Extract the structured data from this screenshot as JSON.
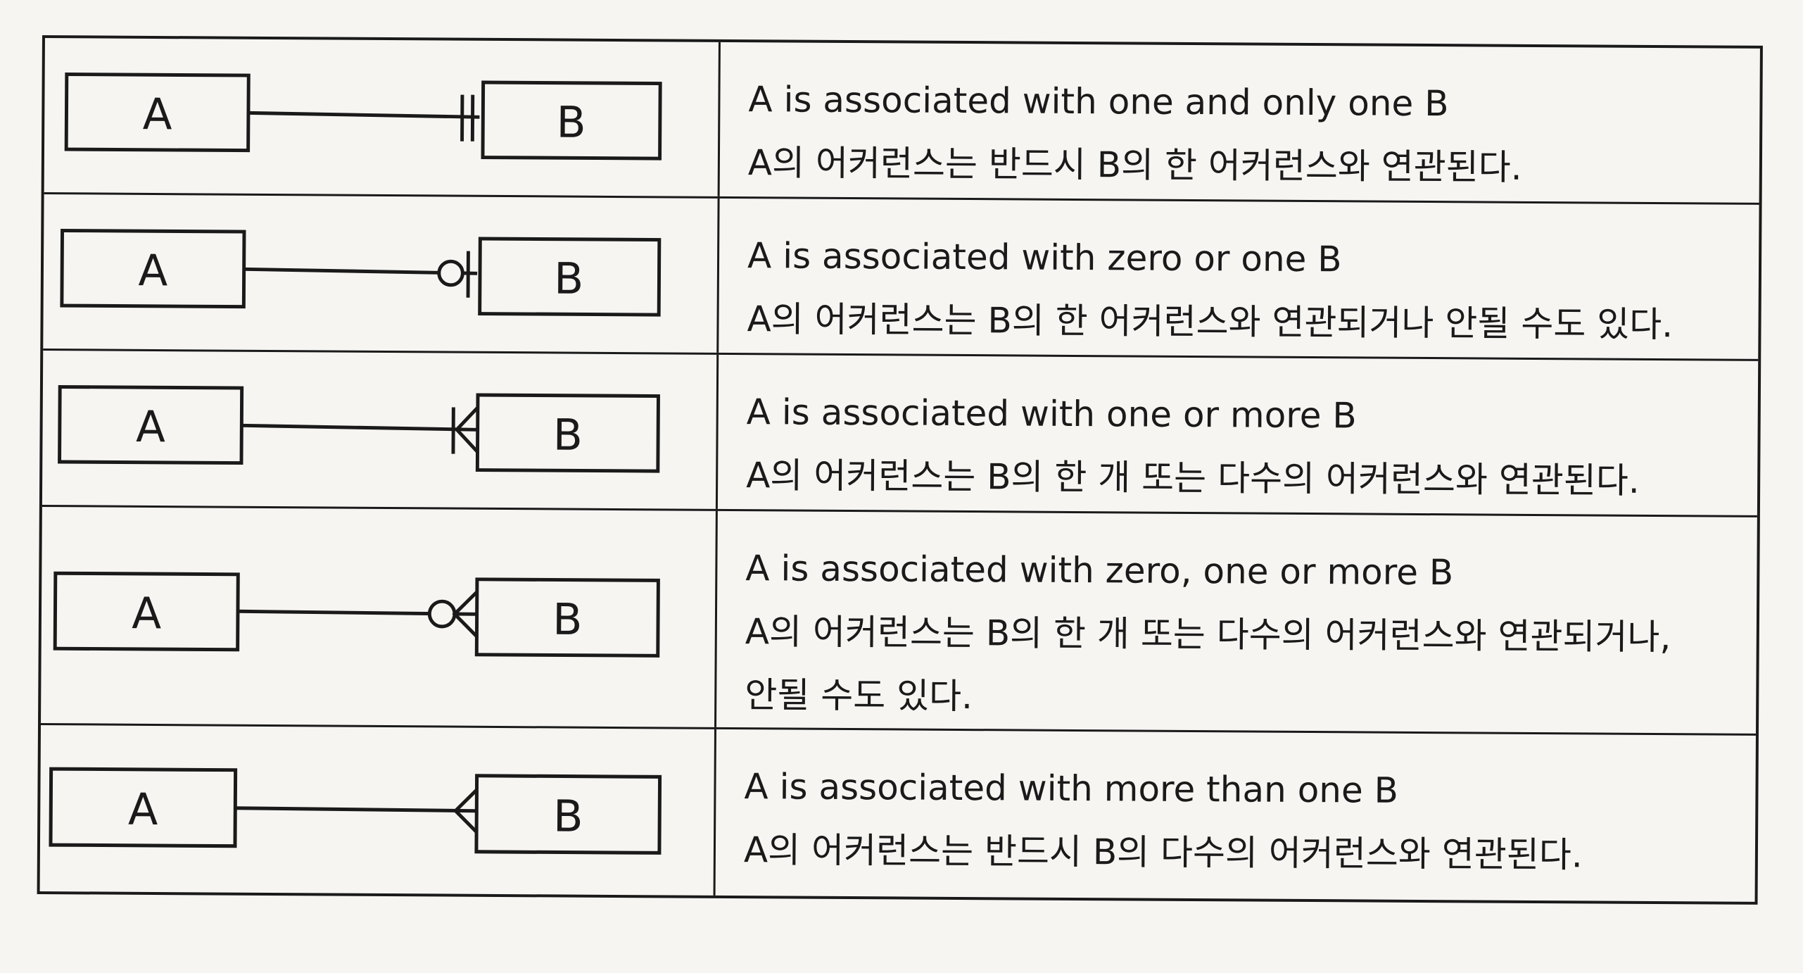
{
  "rows": [
    {
      "notation": "one-and-only-one",
      "entity_a": "A",
      "entity_b": "B",
      "en": "A is associated with one and only one B",
      "ko": "A의 어커런스는 반드시 B의 한 어커런스와 연관된다."
    },
    {
      "notation": "zero-or-one",
      "entity_a": "A",
      "entity_b": "B",
      "en": "A is associated with zero or one B",
      "ko": "A의 어커런스는 B의 한 어커런스와 연관되거나 안될 수도 있다."
    },
    {
      "notation": "one-or-more",
      "entity_a": "A",
      "entity_b": "B",
      "en": "A is associated with one or more B",
      "ko": "A의 어커런스는 B의 한 개 또는 다수의 어커런스와 연관된다."
    },
    {
      "notation": "zero-one-or-more",
      "entity_a": "A",
      "entity_b": "B",
      "en": "A is associated with zero, one or more B",
      "ko": "A의 어커런스는 B의 한 개 또는 다수의 어커런스와 연관되거나,",
      "ko2": "안될 수도 있다."
    },
    {
      "notation": "more-than-one",
      "entity_a": "A",
      "entity_b": "B",
      "en": "A is associated with more than one B",
      "ko": "A의 어커런스는 반드시 B의 다수의 어커런스와 연관된다."
    }
  ]
}
